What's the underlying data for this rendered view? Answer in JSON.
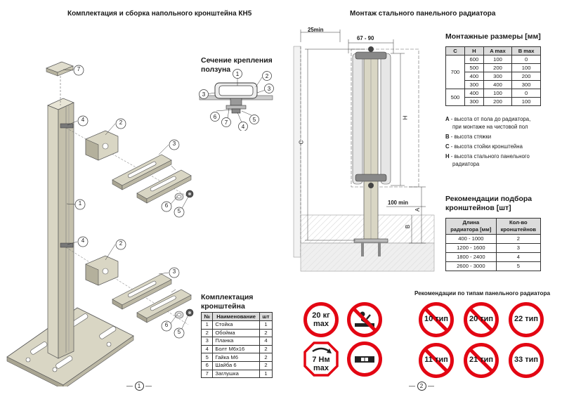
{
  "left_page": {
    "title": "Комплектация и сборка напольного кронштейна КН5",
    "section_title": [
      "Сечение крепления",
      "ползуна"
    ],
    "kit_title": [
      "Комплектация",
      "кронштейна"
    ],
    "kit_table": {
      "headers": [
        "№",
        "Наименование",
        "шт"
      ],
      "rows": [
        [
          "1",
          "Стойка",
          "1"
        ],
        [
          "2",
          "Обойма",
          "2"
        ],
        [
          "3",
          "Планка",
          "4"
        ],
        [
          "4",
          "Болт М6х16",
          "2"
        ],
        [
          "5",
          "Гайка М6",
          "2"
        ],
        [
          "6",
          "Шайба 6",
          "2"
        ],
        [
          "7",
          "Заглушка",
          "1"
        ]
      ]
    },
    "callouts": [
      "1",
      "2",
      "3",
      "4",
      "5",
      "6",
      "7"
    ],
    "page_number": "1"
  },
  "right_page": {
    "title": "Монтаж стального панельного радиатора",
    "dims": {
      "d25": "25min",
      "d6790": "67 - 90",
      "d100": "100 min",
      "C": "C",
      "H": "H",
      "A": "A",
      "B": "B"
    },
    "mount_title": "Монтажные размеры [мм]",
    "mount_table": {
      "headers": [
        "C",
        "H",
        "A max",
        "B max"
      ],
      "groups": [
        {
          "c": "700",
          "rows": [
            [
              "600",
              "100",
              "0"
            ],
            [
              "500",
              "200",
              "100"
            ],
            [
              "400",
              "300",
              "200"
            ],
            [
              "300",
              "400",
              "300"
            ]
          ]
        },
        {
          "c": "500",
          "rows": [
            [
              "400",
              "100",
              "0"
            ],
            [
              "300",
              "200",
              "100"
            ]
          ]
        }
      ]
    },
    "legend": [
      {
        "key": "A",
        "text": " - высота от пола до радиатора,",
        "cont": "при монтаже на чистовой пол"
      },
      {
        "key": "B",
        "text": " - высота стяжки",
        "cont": ""
      },
      {
        "key": "C",
        "text": " - высота стойки кронштейна",
        "cont": ""
      },
      {
        "key": "H",
        "text": " - высота стального панельного",
        "cont": "радиатора"
      }
    ],
    "rec_title": [
      "Рекомендации подбора",
      "кронштейнов [шт]"
    ],
    "rec_table": {
      "headers": [
        [
          "Длина",
          "радиатора [мм]"
        ],
        [
          "Кол-во",
          "кронштейнов"
        ]
      ],
      "rows": [
        [
          "400 - 1000",
          "2"
        ],
        [
          "1200 - 1600",
          "3"
        ],
        [
          "1800 - 2400",
          "4"
        ],
        [
          "2600 - 3000",
          "5"
        ]
      ]
    },
    "types_title": "Рекомендации по типам панельного радиатора",
    "signs": {
      "weight": [
        "20 кг",
        "max"
      ],
      "torque": [
        "7 Нм",
        "max"
      ]
    },
    "types": [
      {
        "label": "10 тип",
        "allowed": false
      },
      {
        "label": "20 тип",
        "allowed": false
      },
      {
        "label": "22 тип",
        "allowed": true
      },
      {
        "label": "11 тип",
        "allowed": false
      },
      {
        "label": "21 тип",
        "allowed": false
      },
      {
        "label": "33 тип",
        "allowed": true
      }
    ],
    "page_number": "2"
  },
  "colors": {
    "red": "#e30613",
    "metal": "#d9d6c4",
    "metal_dark": "#a9a592",
    "table_head": "#dcdcdc"
  }
}
